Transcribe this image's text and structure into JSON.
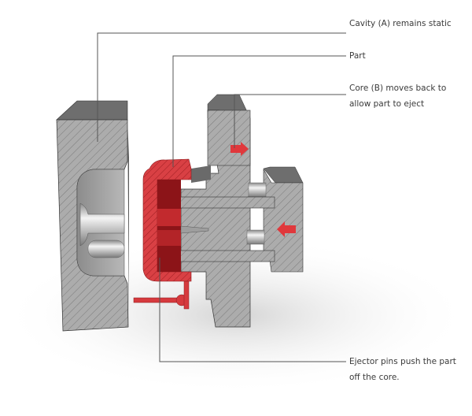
{
  "diagram": {
    "title": "Injection mold opening and part ejection",
    "labels": {
      "cavity": "Cavity (A) remains static",
      "part": "Part",
      "core": "Core (B) moves back to allow part to eject",
      "ejector": "Ejector pins push the part off the core."
    },
    "components": [
      {
        "id": "cavity",
        "name": "Cavity (A)",
        "state": "static"
      },
      {
        "id": "part",
        "name": "Part",
        "color": "#d63a3e"
      },
      {
        "id": "core",
        "name": "Core (B)",
        "state": "moves back"
      },
      {
        "id": "ejector",
        "name": "Ejector pins",
        "state": "push part off core"
      }
    ],
    "arrows": [
      {
        "id": "core-move-arrow",
        "direction": "right",
        "color": "#e0383c"
      },
      {
        "id": "ejector-push-arrow",
        "direction": "left",
        "color": "#e0383c"
      }
    ],
    "colors": {
      "steel": "#a9a9a9",
      "steel_dark": "#6e6e6e",
      "part_red": "#d63a3e",
      "leader_line": "#555555",
      "text": "#3a3a3a"
    }
  }
}
